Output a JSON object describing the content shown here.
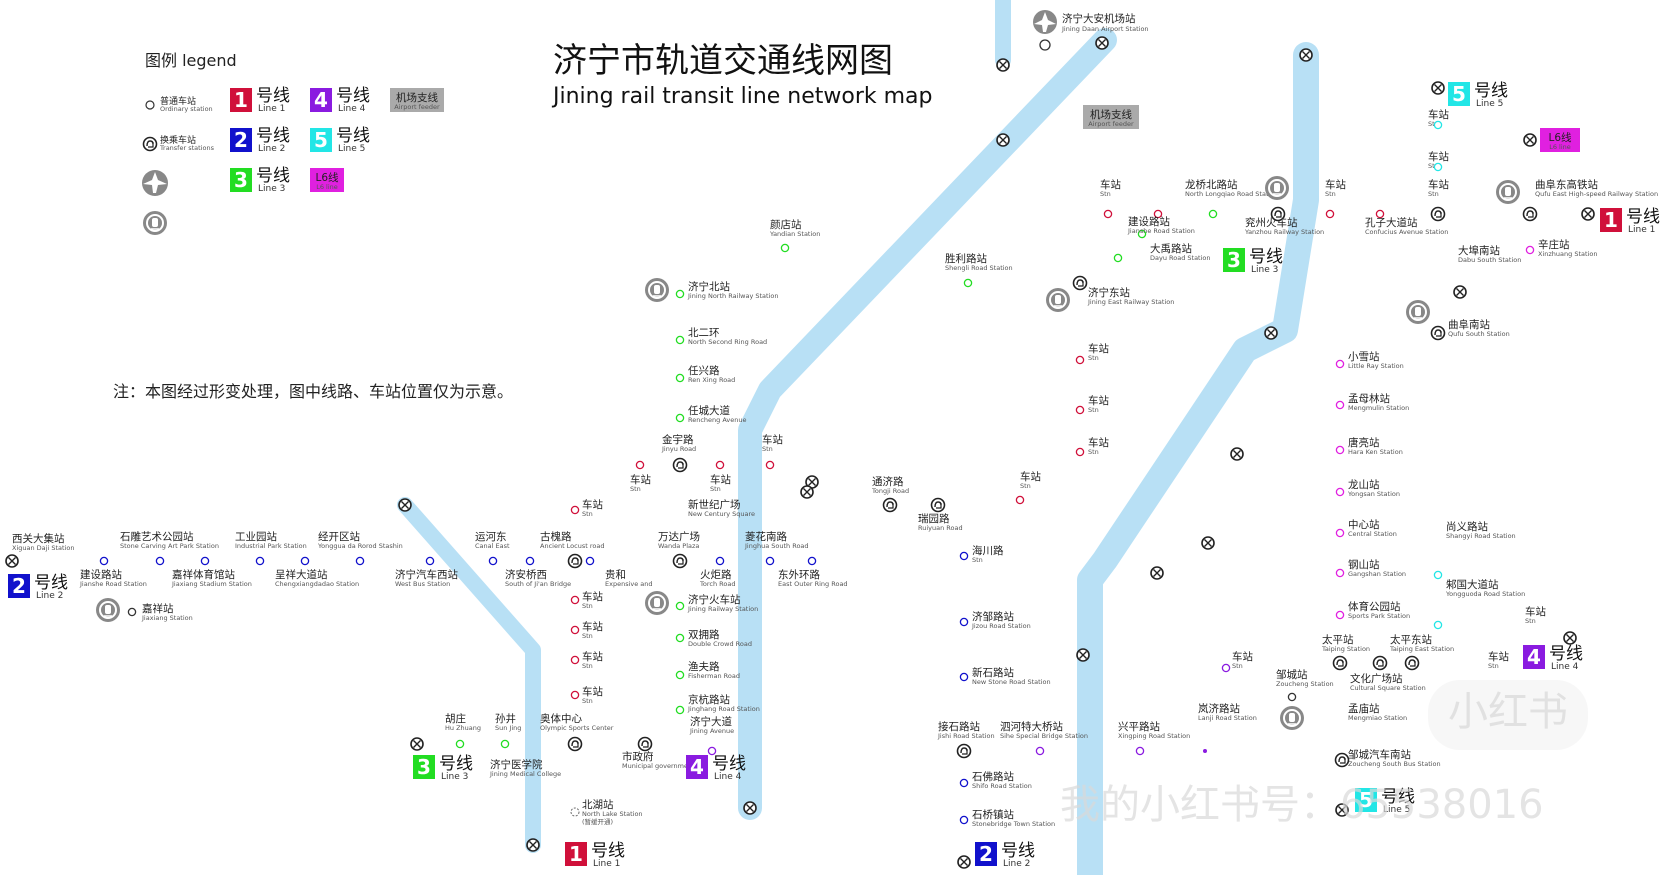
{
  "title": "济宁市轨道交通线网图",
  "subtitle": "Jining rail transit line network map",
  "legend": {
    "title": "图例 legend",
    "ordinary_zh": "普通车站",
    "ordinary_en": "Ordinary station",
    "transfer_zh": "换乘车站",
    "transfer_en": "Transfer stations",
    "airport_branch_zh": "机场支线",
    "airport_branch_en": "Airport feeder",
    "l6_zh": "L6线",
    "l6_en": "L6 line",
    "hao": "号线"
  },
  "note": "注：本图经过形变处理，图中线路、车站位置仅为示意。",
  "watermark": "我的小红书号：65538016",
  "watermark_logo": "小红书",
  "airport": {
    "zh": "济宁大安机场站",
    "en": "Jining Daan Airport Station"
  },
  "airport_branch_label": {
    "zh": "机场支线",
    "en": "Airport feeder"
  },
  "colors": {
    "line1": "#d0103a",
    "line2": "#1111cc",
    "line3": "#22dd22",
    "line4": "#8a1be0",
    "line5": "#22e6e6",
    "l6": "#e020e0",
    "river": "#b8e0f5"
  },
  "line_badges": [
    {
      "num": "1",
      "zh": "号线",
      "en": "Line 1",
      "color": "#d0103a"
    },
    {
      "num": "2",
      "zh": "号线",
      "en": "Line 2",
      "color": "#1111cc"
    },
    {
      "num": "3",
      "zh": "号线",
      "en": "Line 3",
      "color": "#22dd22"
    },
    {
      "num": "4",
      "zh": "号线",
      "en": "Line 4",
      "color": "#8a1be0"
    },
    {
      "num": "5",
      "zh": "号线",
      "en": "Line 5",
      "color": "#22e6e6"
    }
  ],
  "stations": [
    {
      "zh": "西关大集站",
      "en": "Xiguan Daji Station"
    },
    {
      "zh": "建设路站",
      "en": "Jianshe Road Station"
    },
    {
      "zh": "石雕艺术公园站",
      "en": "Stone Carving Art Park Station"
    },
    {
      "zh": "嘉祥体育馆站",
      "en": "Jiaxiang Stadium Station"
    },
    {
      "zh": "工业园站",
      "en": "Industrial Park Station"
    },
    {
      "zh": "呈祥大道站",
      "en": "Chengxiangdadao Station"
    },
    {
      "zh": "经开区站",
      "en": "Yonggua da Rorod Stashin"
    },
    {
      "zh": "济宁汽车西站",
      "en": "West Bus Station"
    },
    {
      "zh": "运河东",
      "en": "Canal East"
    },
    {
      "zh": "济安桥西",
      "en": "South of Ji'an Bridge"
    },
    {
      "zh": "古槐路",
      "en": "Ancient Locust road"
    },
    {
      "zh": "贵和",
      "en": "Expensive and"
    },
    {
      "zh": "万达广场",
      "en": "Wanda Plaza"
    },
    {
      "zh": "火炬路",
      "en": "Torch Road"
    },
    {
      "zh": "菱花南路",
      "en": "Jinghua South Road"
    },
    {
      "zh": "东外环路",
      "en": "East Outer Ring Road"
    },
    {
      "zh": "嘉祥站",
      "en": "Jiaxiang Station"
    },
    {
      "zh": "颜店站",
      "en": "Yandian Station"
    },
    {
      "zh": "胜利路站",
      "en": "Shengli Road Station"
    },
    {
      "zh": "济宁北站",
      "en": "Jining North Railway Station"
    },
    {
      "zh": "北二环",
      "en": "North Second Ring Road"
    },
    {
      "zh": "任兴路",
      "en": "Ren Xing Road"
    },
    {
      "zh": "任城大道",
      "en": "Rencheng Avenue"
    },
    {
      "zh": "金宇路",
      "en": "Jinyu Road"
    },
    {
      "zh": "新世纪广场",
      "en": "New Century Square"
    },
    {
      "zh": "济宁火车站",
      "en": "Jining Railway Station"
    },
    {
      "zh": "双拥路",
      "en": "Double Crowd Road"
    },
    {
      "zh": "渔夫路",
      "en": "Fisherman Road"
    },
    {
      "zh": "京杭路站",
      "en": "Jinghang Road Station"
    },
    {
      "zh": "济宁大道",
      "en": "Jining Avenue"
    },
    {
      "zh": "奥体中心",
      "en": "Olympic Sports Center"
    },
    {
      "zh": "市政府",
      "en": "Municipal government"
    },
    {
      "zh": "胡庄",
      "en": "Hu Zhuang"
    },
    {
      "zh": "孙井",
      "en": "Sun Jing"
    },
    {
      "zh": "济宁医学院",
      "en": "Jining Medical College"
    },
    {
      "zh": "北湖站",
      "en": "North Lake Station"
    },
    {
      "zh": "通济路",
      "en": "Tongji Road"
    },
    {
      "zh": "瑞园路",
      "en": "Ruiyuan Road"
    },
    {
      "zh": "海川路",
      "en": "Stn"
    },
    {
      "zh": "济邹路站",
      "en": "Jizou Road Station"
    },
    {
      "zh": "新石路站",
      "en": "New Stone Road Station"
    },
    {
      "zh": "接石路站",
      "en": "Jishi Road Station"
    },
    {
      "zh": "石佛路站",
      "en": "Shifo Road Station"
    },
    {
      "zh": "石桥镇站",
      "en": "Stonebridge Town Station"
    },
    {
      "zh": "泗河特大桥站",
      "en": "Sihe Special Bridge Station"
    },
    {
      "zh": "兴平路站",
      "en": "Xingping Road Station"
    },
    {
      "zh": "岚济路站",
      "en": "Lanji Road Station"
    },
    {
      "zh": "邹城站",
      "en": "Zoucheng Station"
    },
    {
      "zh": "太平站",
      "en": "Taiping Station"
    },
    {
      "zh": "太平东站",
      "en": "Taiping East Station"
    },
    {
      "zh": "文化广场站",
      "en": "Cultural Square Station"
    },
    {
      "zh": "孟庙站",
      "en": "Mengmiao Station"
    },
    {
      "zh": "邹城汽车南站",
      "en": "Zoucheng South Bus Station"
    },
    {
      "zh": "济宁东站",
      "en": "Jining East Railway Station"
    },
    {
      "zh": "建设路站",
      "en": "Jianshe Road Station"
    },
    {
      "zh": "大禹路站",
      "en": "Dayu Road Station"
    },
    {
      "zh": "龙桥北路站",
      "en": "North Longqiao Road Station"
    },
    {
      "zh": "兖州火车站",
      "en": "Yanzhou Railway Station"
    },
    {
      "zh": "孔子大道站",
      "en": "Confucius Avenue Station"
    },
    {
      "zh": "曲阜东高铁站",
      "en": "Qufu East High-speed Railway Station"
    },
    {
      "zh": "辛庄站",
      "en": "Xinzhuang Station"
    },
    {
      "zh": "大埠南站",
      "en": "Dabu South Station"
    },
    {
      "zh": "曲阜南站",
      "en": "Qufu South Station"
    },
    {
      "zh": "小雪站",
      "en": "Little Ray Station"
    },
    {
      "zh": "孟母林站",
      "en": "Mengmulin Station"
    },
    {
      "zh": "唐亮站",
      "en": "Hara Ken Station"
    },
    {
      "zh": "龙山站",
      "en": "Yongsan Station"
    },
    {
      "zh": "中心站",
      "en": "Central Station"
    },
    {
      "zh": "钢山站",
      "en": "Gangshan Station"
    },
    {
      "zh": "体育公园站",
      "en": "Sports Park Station"
    },
    {
      "zh": "尚义路站",
      "en": "Shangyi Road Station"
    },
    {
      "zh": "邾国大道站",
      "en": "Yongguoda Road Station"
    },
    {
      "zh": "车站",
      "en": "Stn"
    }
  ],
  "beihu_note": "(暂缓开通)"
}
